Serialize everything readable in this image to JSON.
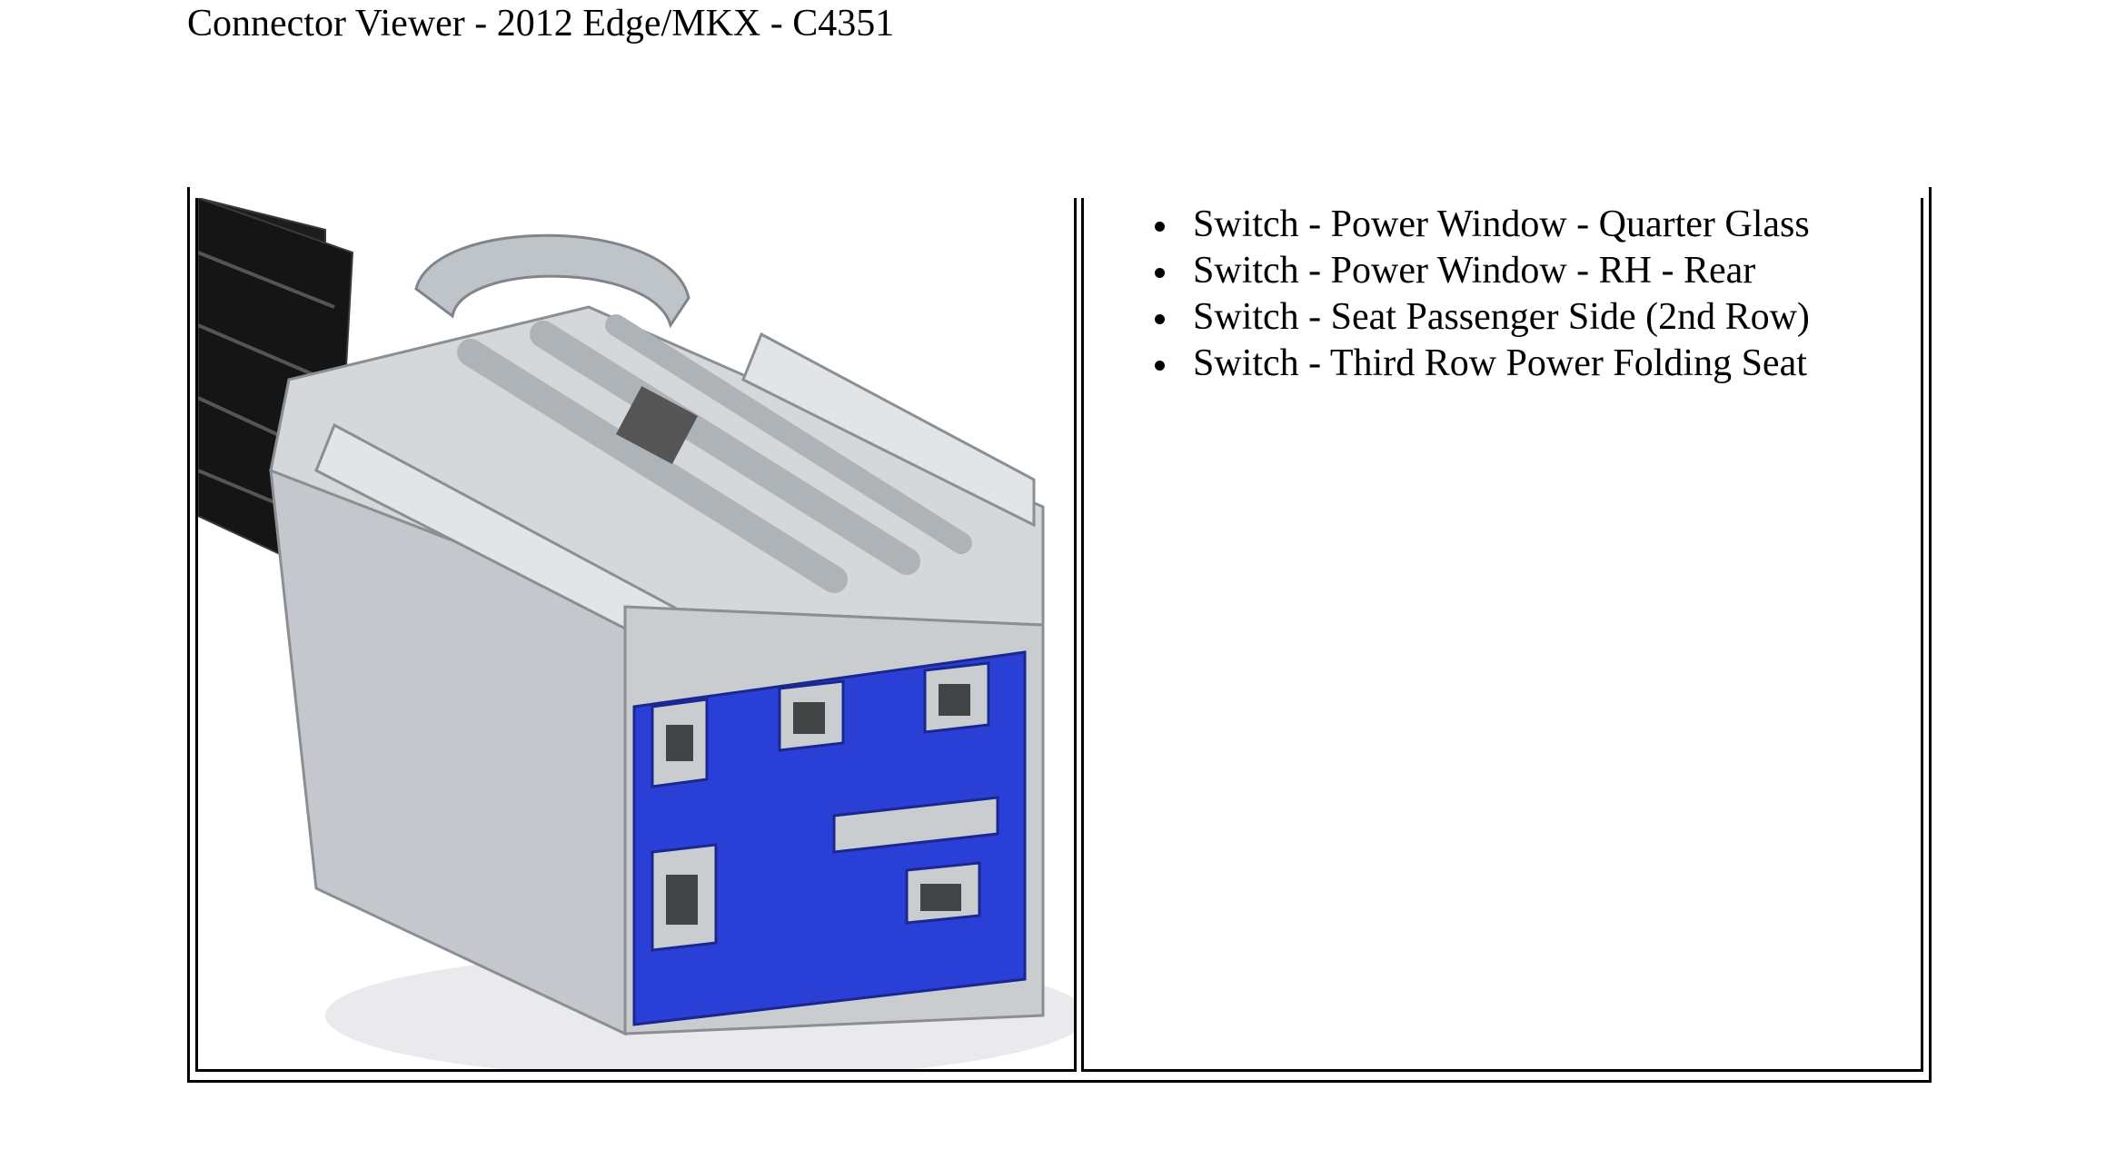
{
  "header": {
    "title": "Connector Viewer - 2012 Edge/MKX - C4351"
  },
  "connector": {
    "image_icon": "connector-photo",
    "housing_color": "#c9cdd0",
    "insert_color": "#2a3fd6",
    "wire_color": "#1c1c1c"
  },
  "circuits": {
    "items": [
      {
        "label": "Switch - Power Window - Quarter Glass"
      },
      {
        "label": "Switch - Power Window - RH - Rear"
      },
      {
        "label": "Switch - Seat Passenger Side (2nd Row)"
      },
      {
        "label": "Switch - Third Row Power Folding Seat"
      }
    ]
  }
}
